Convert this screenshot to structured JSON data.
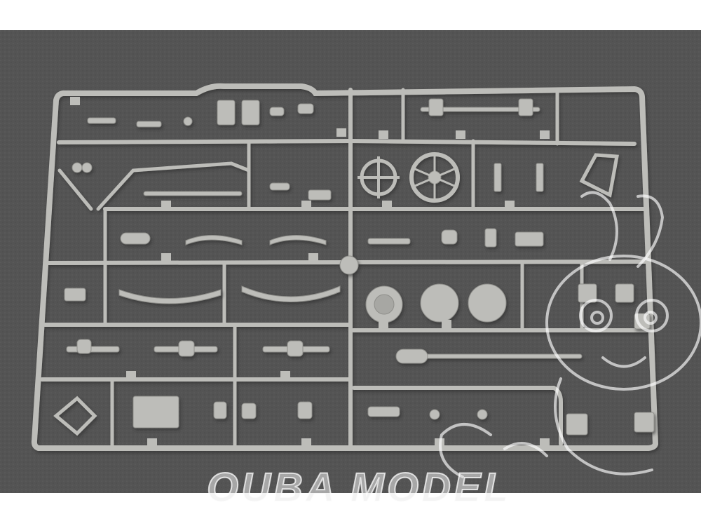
{
  "image": {
    "subject": "plastic-model-kit-sprue",
    "colors": {
      "background": "#545454",
      "plastic": "#bdbdb9",
      "plastic_shadow": "#8f8f8b",
      "plastic_highlight": "#d6d6d2",
      "top_band": "#ffffff"
    }
  },
  "watermark": {
    "text": "OUBA MODEL",
    "mascot": "rabbit-mascot-logo"
  }
}
